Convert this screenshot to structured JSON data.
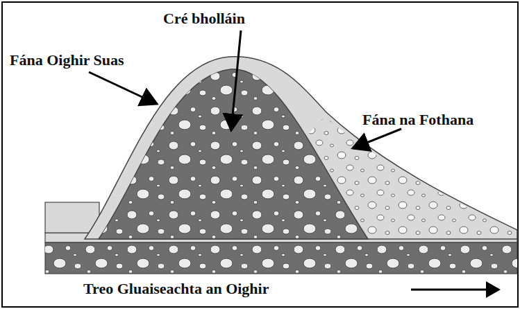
{
  "diagram": {
    "labels": [
      "Cré bholláin",
      "Fána Oighir Suas",
      "Fána na Fothana",
      "Treo Gluaiseachta an Oighir"
    ]
  }
}
